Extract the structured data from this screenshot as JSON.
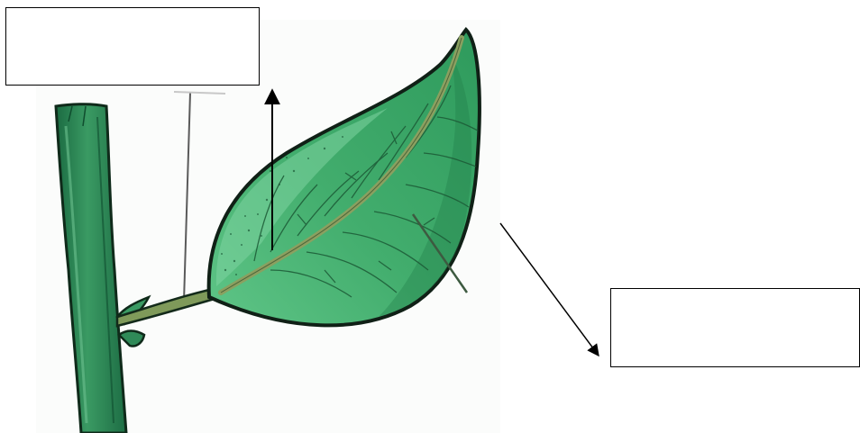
{
  "figure": {
    "subject": "leaf-on-stem",
    "colors": {
      "stem": "#2f8a58",
      "stem_dark": "#17593a",
      "leaf_light": "#5fc587",
      "leaf_mid": "#42ad6d",
      "leaf_dark": "#1f7a49",
      "outline": "#102016",
      "midrib": "#8aa060",
      "veins": "#1c5a36",
      "arrow": "#000000",
      "box_border": "#000000"
    },
    "labels": [
      {
        "id": "top-label",
        "text": ""
      },
      {
        "id": "right-label",
        "text": ""
      }
    ]
  }
}
